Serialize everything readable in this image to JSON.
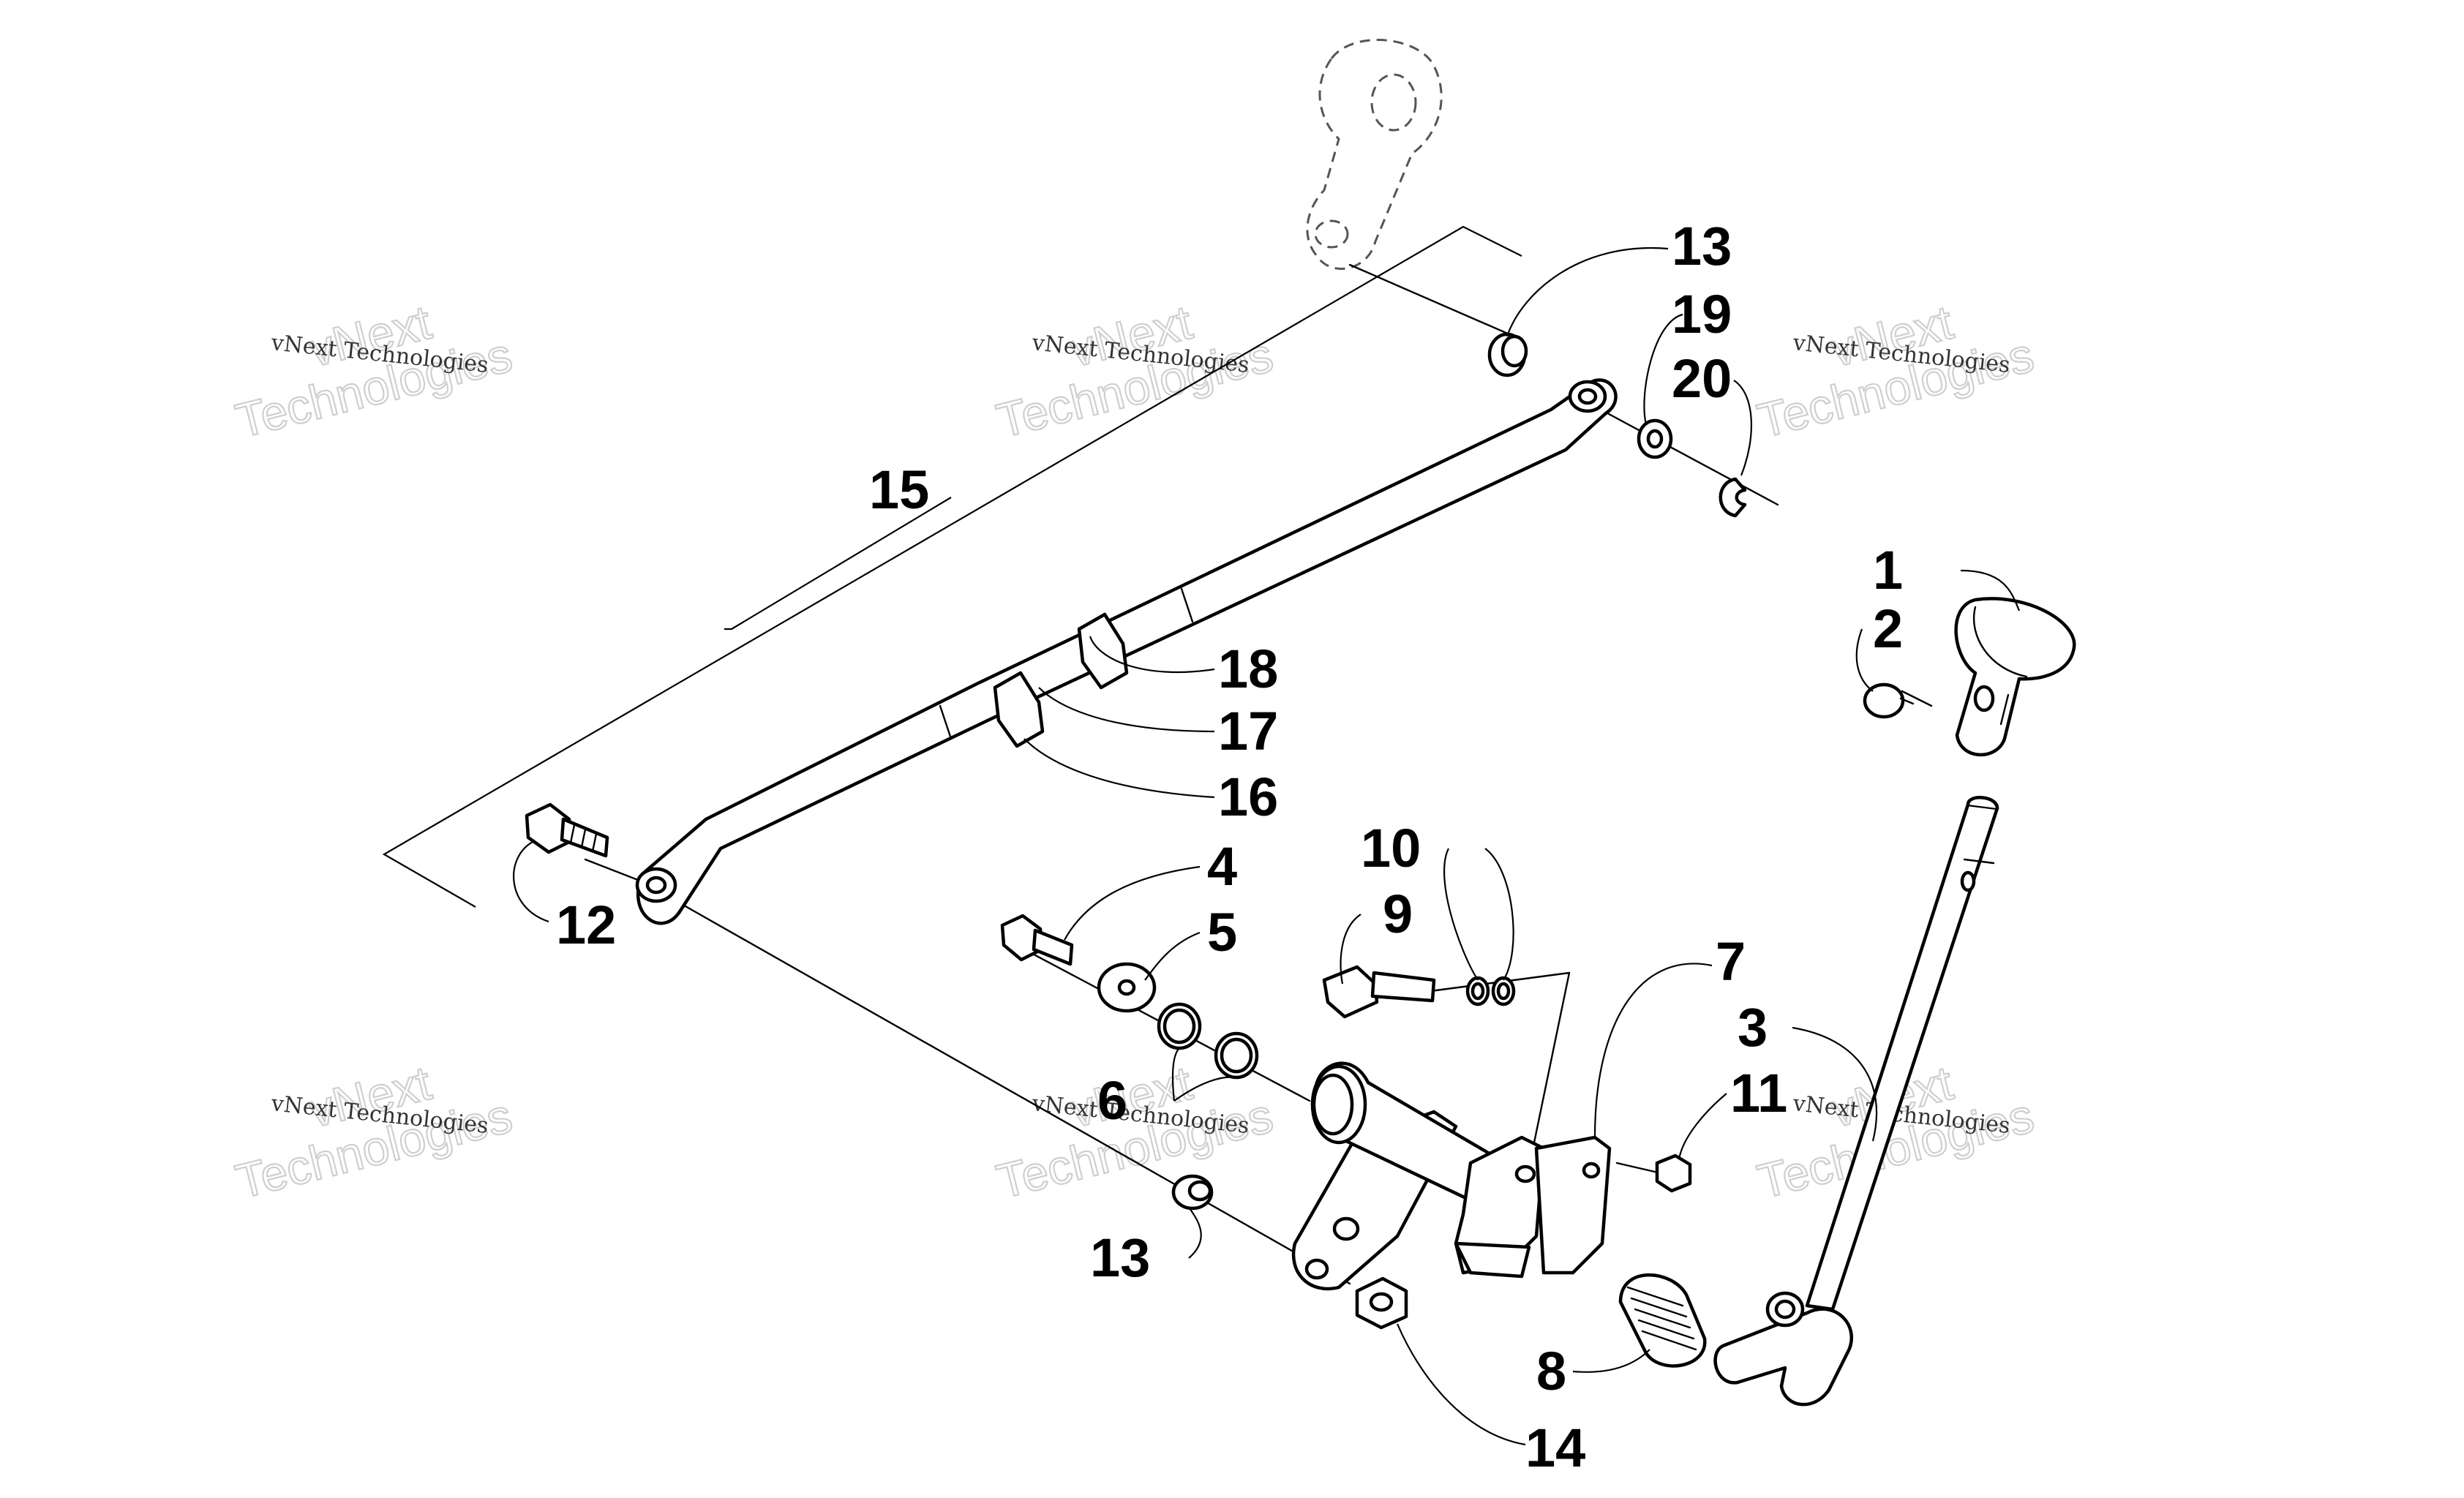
{
  "watermark": {
    "line1": "vNext",
    "line2": "Technologies",
    "caption": "vNext Technologies"
  },
  "callouts": {
    "p1": "1",
    "p2": "2",
    "p3": "3",
    "p4": "4",
    "p5": "5",
    "p6": "6",
    "p7": "7",
    "p8": "8",
    "p9": "9",
    "p10": "10",
    "p11": "11",
    "p12": "12",
    "p13a": "13",
    "p13b": "13",
    "p14": "14",
    "p15": "15",
    "p16": "16",
    "p17": "17",
    "p18": "18",
    "p19": "19",
    "p20": "20"
  }
}
